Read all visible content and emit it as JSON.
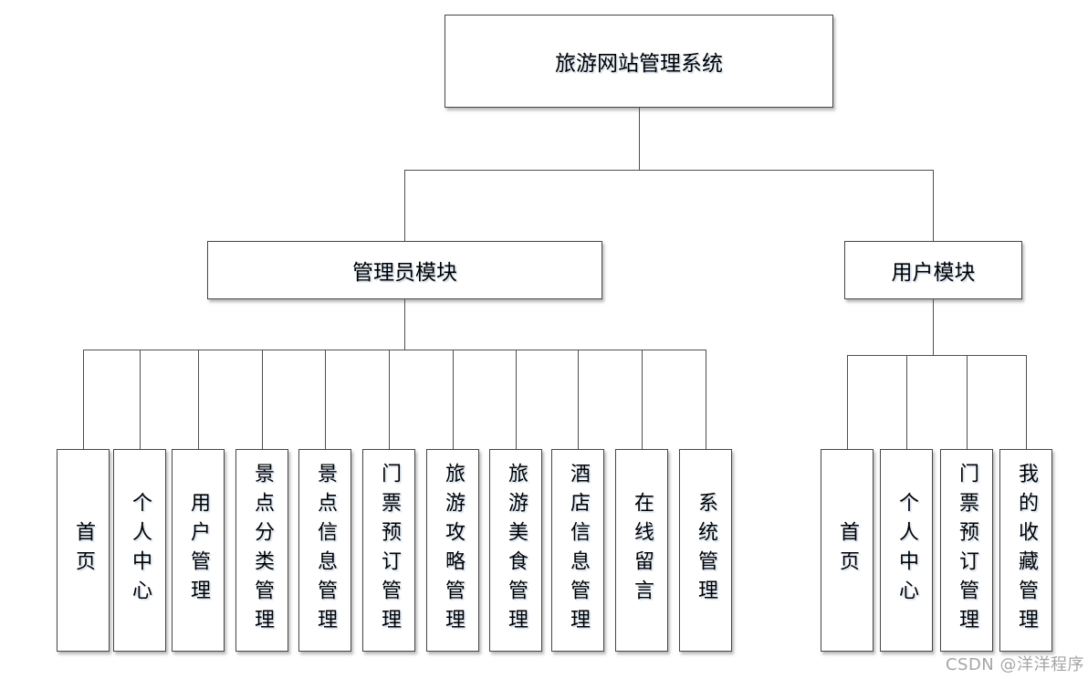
{
  "diagram": {
    "root_label": "旅游网站管理系统",
    "modules": [
      {
        "label": "管理员模块",
        "children": [
          "首页",
          "个人中心",
          "用户管理",
          "景点分类管理",
          "景点信息管理",
          "门票预订管理",
          "旅游攻略管理",
          "旅游美食管理",
          "酒店信息管理",
          "在线留言",
          "系统管理"
        ]
      },
      {
        "label": "用户模块",
        "children": [
          "首页",
          "个人中心",
          "门票预订管理",
          "我的收藏管理"
        ]
      }
    ]
  },
  "watermark": {
    "text": "CSDN @洋洋程序"
  },
  "colors": {
    "background": "#ffffff",
    "box_border": "#454545",
    "connector_line": "#4f4f4f",
    "text": "#000000",
    "text_glow": "#c9d9ec",
    "watermark": "#a6a6a6"
  }
}
